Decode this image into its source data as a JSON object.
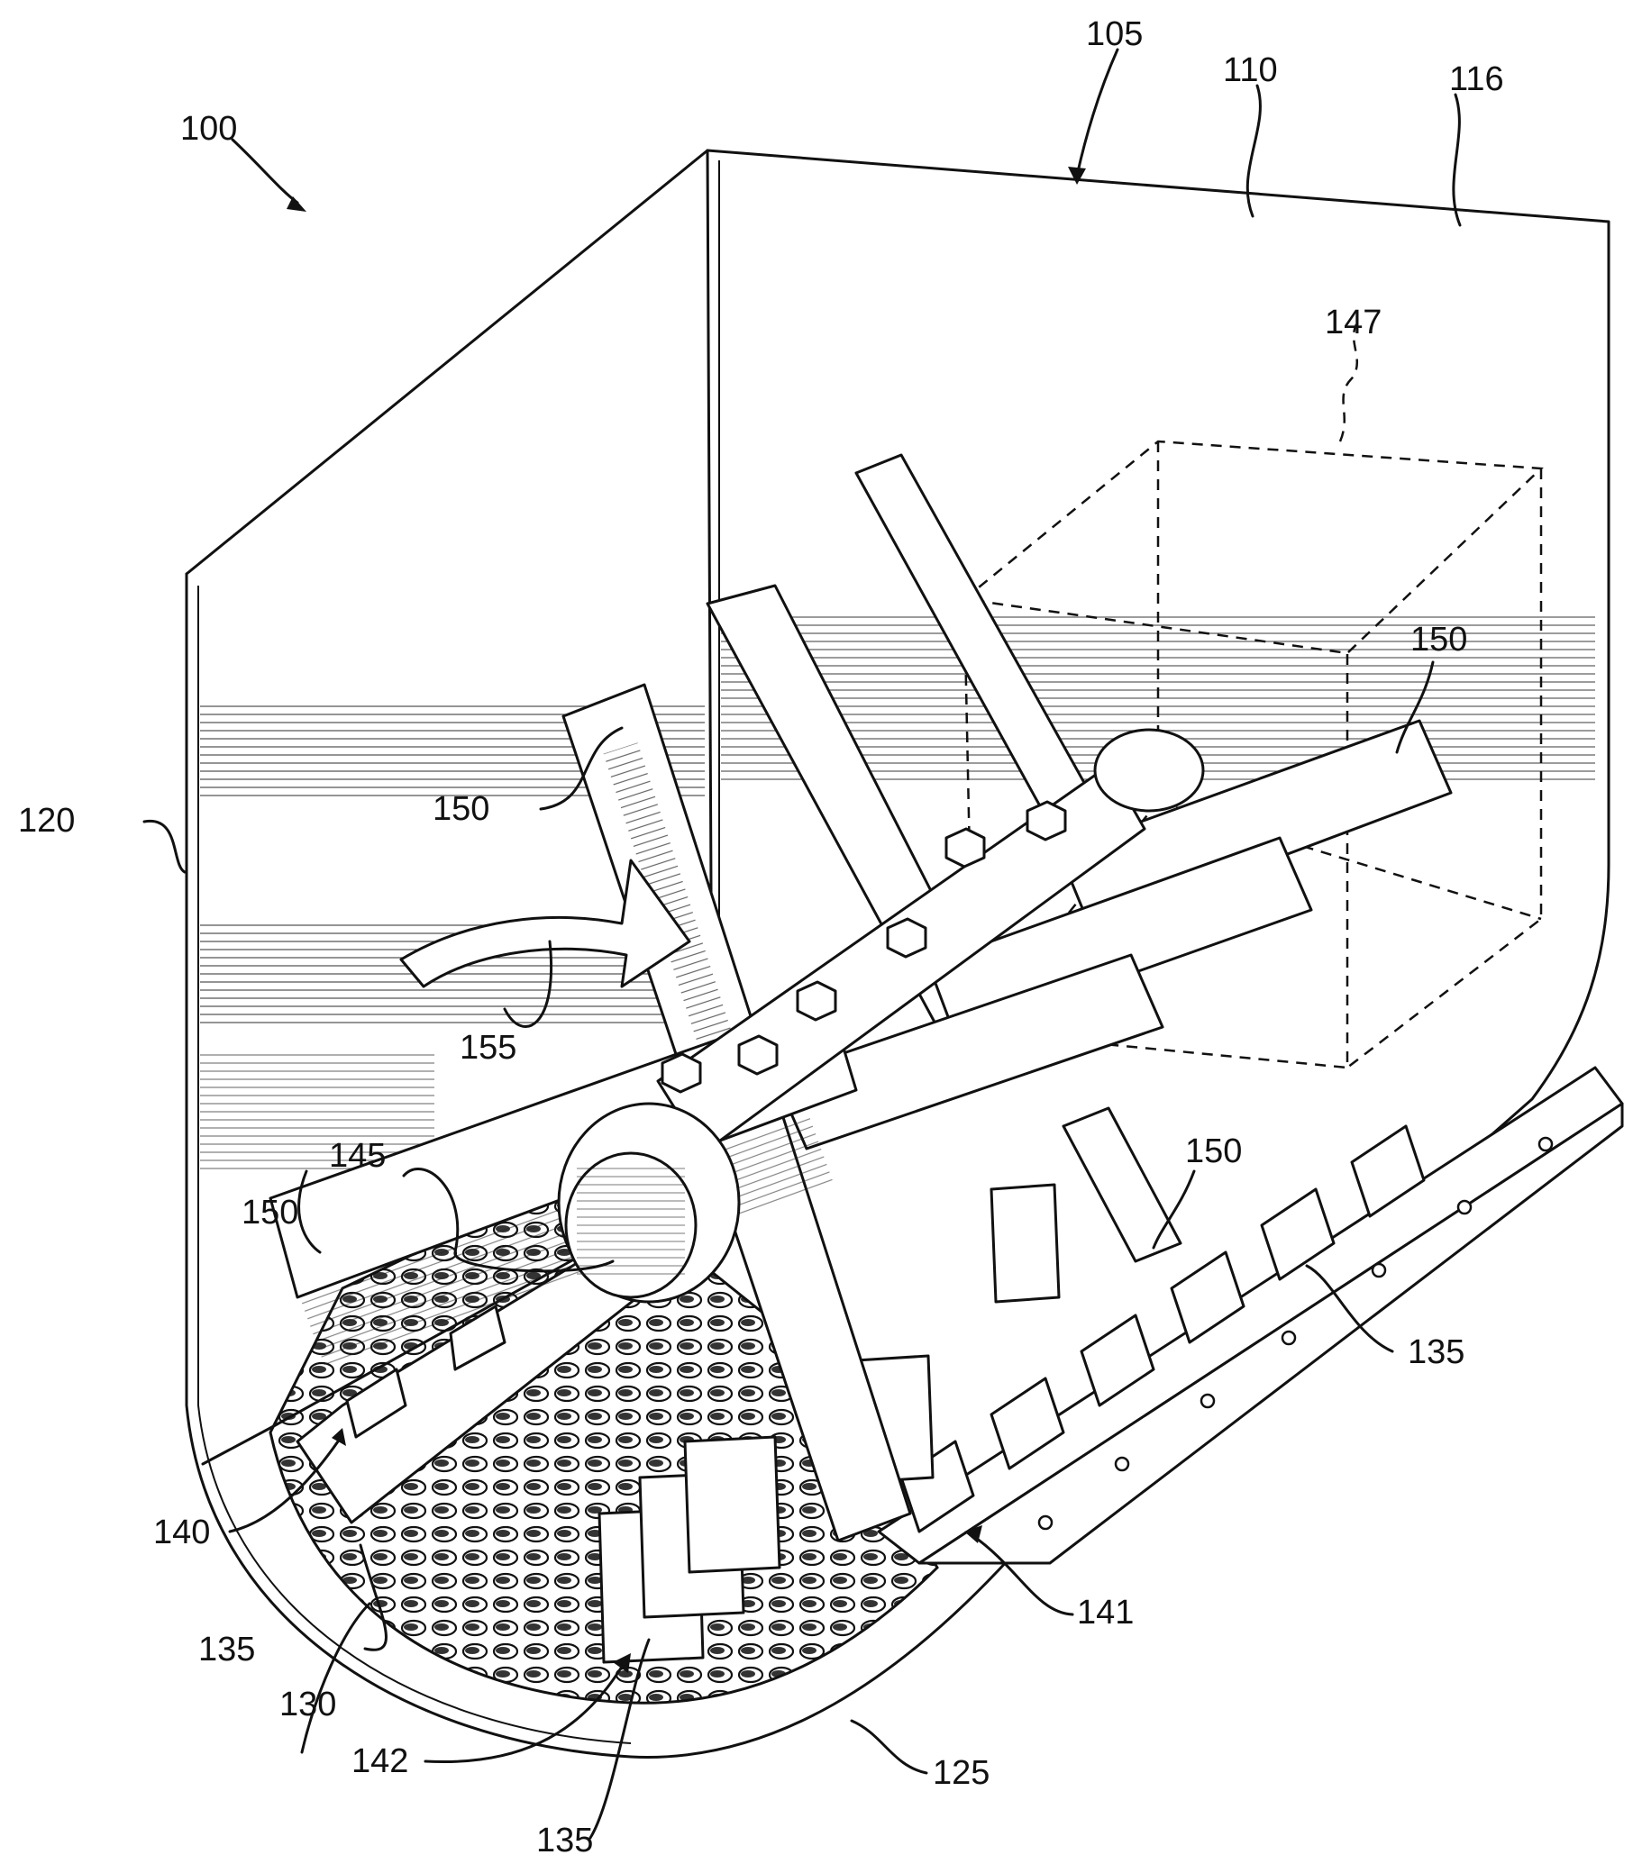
{
  "figure": {
    "labels": {
      "assembly": "100",
      "frame": "105",
      "wall_back": "110",
      "wall_back_right": "116",
      "side_wall": "120",
      "bottom_curve": "125",
      "screen": "130",
      "tooth_left": "135",
      "tooth_right": "135",
      "tooth_bottom": "135",
      "tooth_row_left": "140",
      "tooth_row_right": "141",
      "tooth_row_bottom": "142",
      "shaft": "145",
      "box_dashed": "147",
      "paddle_upper_left": "150",
      "paddle_upper_right": "150",
      "paddle_lower_left": "150",
      "paddle_lower_right": "150",
      "rotation_arrow": "155"
    }
  }
}
